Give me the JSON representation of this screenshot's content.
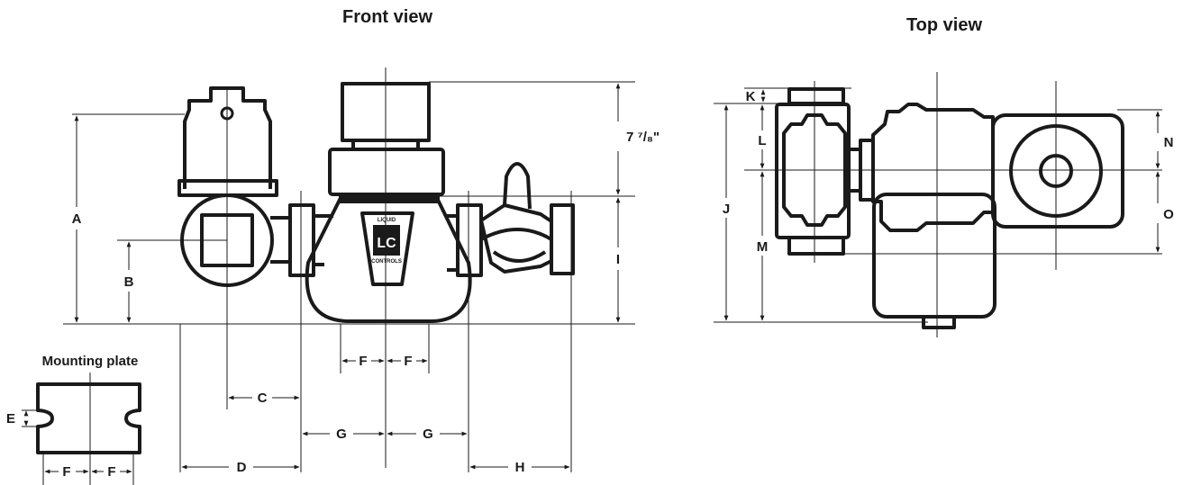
{
  "titles": {
    "front": "Front view",
    "top": "Top view",
    "mounting": "Mounting plate"
  },
  "dims": {
    "A": "A",
    "B": "B",
    "C": "C",
    "D": "D",
    "E": "E",
    "F": "F",
    "G": "G",
    "H": "H",
    "I": "I",
    "J": "J",
    "K": "K",
    "L": "L",
    "M": "M",
    "N": "N",
    "O": "O",
    "height": "7 ⁷/₈\""
  },
  "logo": {
    "letters": "LC",
    "top_text": "LIQUID",
    "bottom_text": "CONTROLS"
  }
}
